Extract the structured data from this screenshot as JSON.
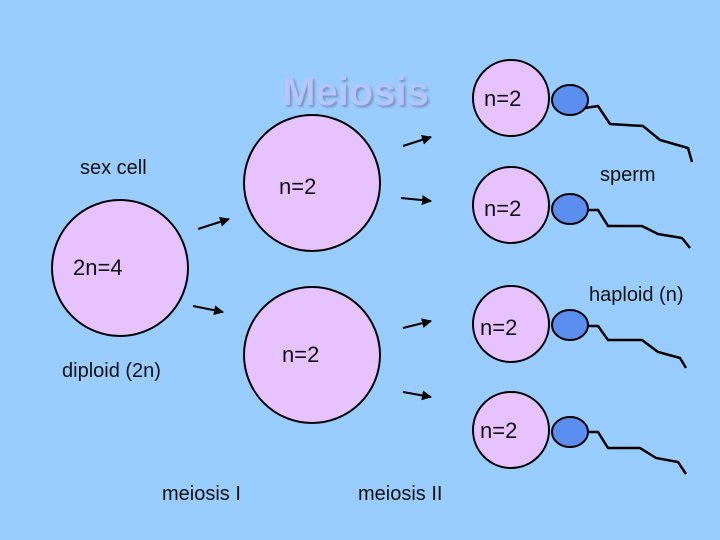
{
  "title": "Meiosis",
  "labels": {
    "sex_cell": "sex cell",
    "parent_count": "2n=4",
    "diploid": "diploid (2n)",
    "sperm": "sperm",
    "haploid": "haploid (n)",
    "meiosis_i": "meiosis I",
    "meiosis_ii": "meiosis II"
  },
  "cells": {
    "daughter_top": "n=2",
    "daughter_bottom": "n=2",
    "sperm_1": "n=2",
    "sperm_2": "n=2",
    "sperm_3": "n=2",
    "sperm_4": "n=2"
  },
  "colors": {
    "background": "#99ccff",
    "cell_fill": "#e6c3ff",
    "cell_outline": "#000000",
    "sperm_head": "#5c8ef0",
    "title": "#b3c6ff"
  }
}
